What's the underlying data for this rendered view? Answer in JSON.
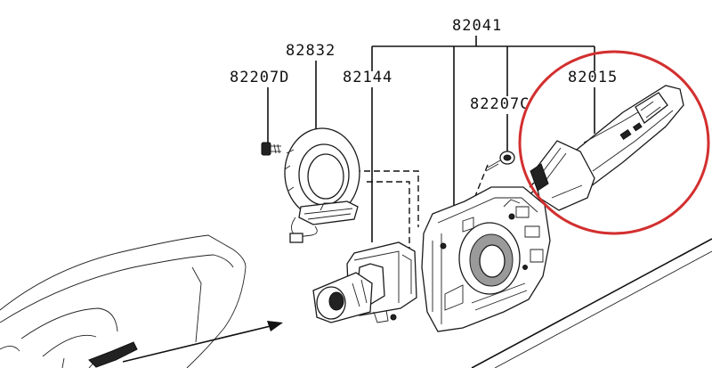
{
  "labels": {
    "assembly": "82041",
    "clock_spring": "82832",
    "screw": "82207D",
    "wiper_switch": "82144",
    "screw_c": "82207C",
    "turn_signal_switch": "82015"
  },
  "colors": {
    "line": "#111111",
    "highlight_circle": "#d32f2f",
    "background": "#ffffff"
  }
}
